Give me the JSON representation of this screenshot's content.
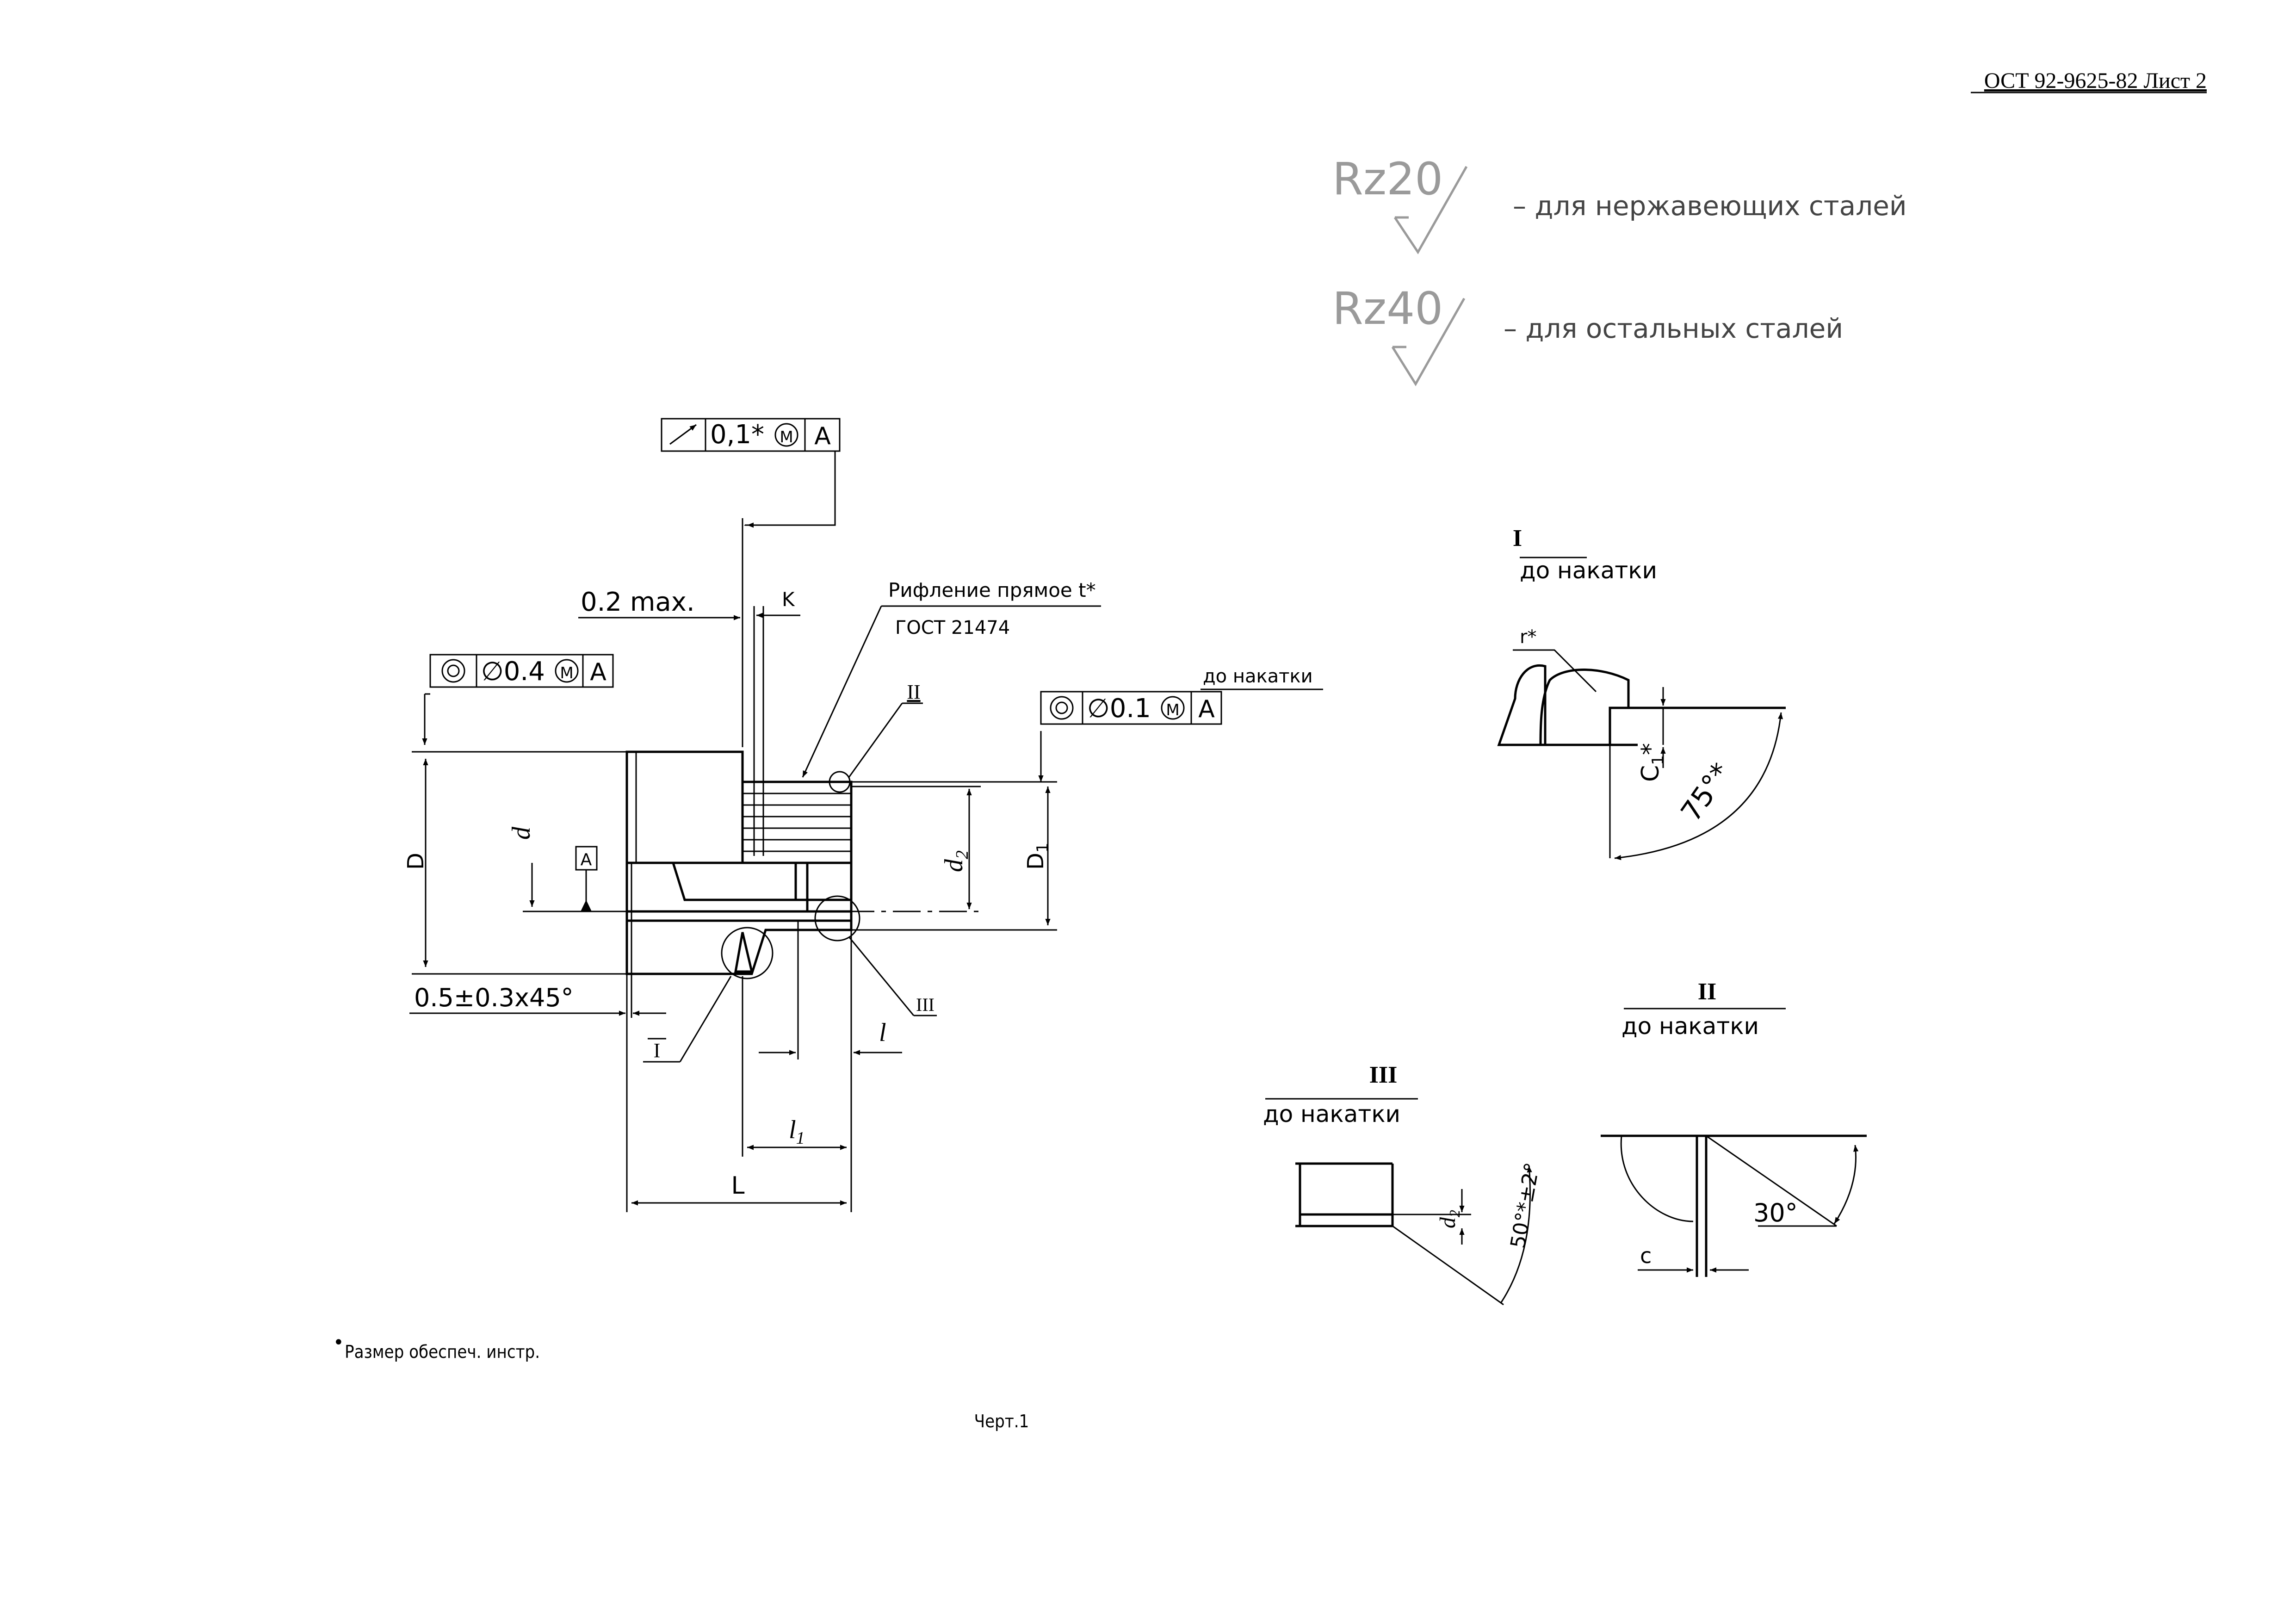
{
  "header": {
    "doc_ref": "ОСТ 92-9625-82 Лист 2"
  },
  "roughness": [
    {
      "symbol": "Rz20",
      "text": "– для нержавеющих сталей"
    },
    {
      "symbol": "Rz40",
      "text": "– для остальных сталей"
    }
  ],
  "main_view": {
    "frame_runout": {
      "value": "0,1*",
      "modifier": "M",
      "datum": "A"
    },
    "frame_concentric_D": {
      "value": "∅0.4",
      "modifier": "M",
      "datum": "A"
    },
    "frame_concentric_D1": {
      "value": "∅0.1",
      "modifier": "M",
      "datum": "A",
      "note": "до накатки"
    },
    "dim_02max": "0.2 max.",
    "dim_K": "K",
    "knurl_note_1": "Рифление прямое  t*",
    "knurl_note_2": "ГОСТ 21474",
    "callout_II": "II",
    "callout_III": "III",
    "callout_I": "I",
    "dim_D": "D",
    "dim_d": "d",
    "dim_d2": "d",
    "dim_d2_sub": "2",
    "dim_D1": "D",
    "dim_D1_sub": "1",
    "datum_A": "A",
    "chamfer": "0.5±0.3x45°",
    "dim_l": "l",
    "dim_l1": "l",
    "dim_l1_sub": "1",
    "dim_L": "L"
  },
  "detail_I": {
    "numeral": "I",
    "caption": "до накатки",
    "r_label": "r*",
    "c1_label": "C",
    "c1_sub": "1",
    "c1_star": "*",
    "angle": "75°*"
  },
  "detail_II": {
    "numeral": "II",
    "caption": "до накатки",
    "angle": "30°",
    "c_label": "c"
  },
  "detail_III": {
    "numeral": "III",
    "caption": "до накатки",
    "d2_label": "d",
    "d2_sub": "2",
    "angle": "50°*±2°"
  },
  "footnote": {
    "mark": "•",
    "text": "Размер обеспеч. инстр."
  },
  "figure_label": "Черт.1"
}
